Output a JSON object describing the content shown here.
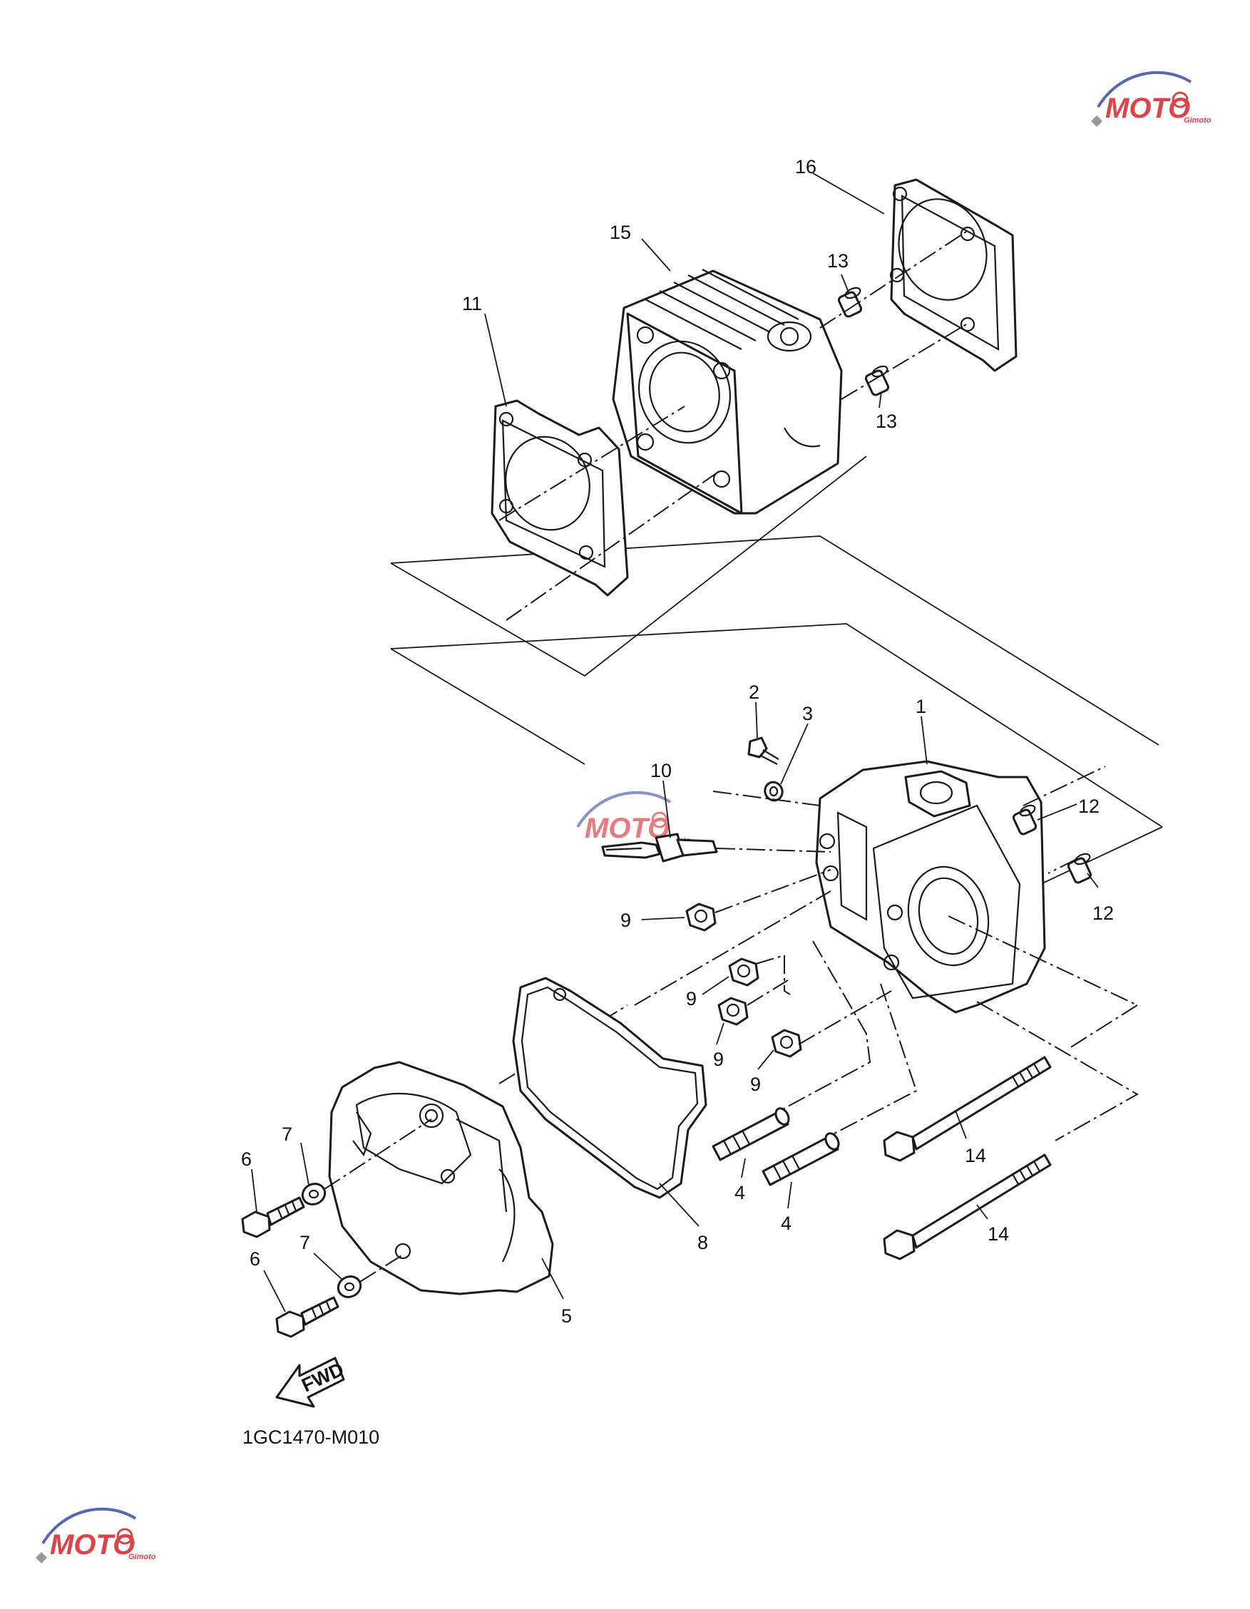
{
  "diagram_code": "1GC1470-M010",
  "fwd_label": "FWD",
  "parts": [
    {
      "id": "1",
      "label": "1"
    },
    {
      "id": "2",
      "label": "2"
    },
    {
      "id": "3",
      "label": "3"
    },
    {
      "id": "4",
      "label": "4"
    },
    {
      "id": "5",
      "label": "5"
    },
    {
      "id": "6",
      "label": "6"
    },
    {
      "id": "7",
      "label": "7"
    },
    {
      "id": "8",
      "label": "8"
    },
    {
      "id": "9",
      "label": "9"
    },
    {
      "id": "10",
      "label": "10"
    },
    {
      "id": "11",
      "label": "11"
    },
    {
      "id": "12",
      "label": "12"
    },
    {
      "id": "13",
      "label": "13"
    },
    {
      "id": "14",
      "label": "14"
    },
    {
      "id": "15",
      "label": "15"
    },
    {
      "id": "16",
      "label": "16"
    }
  ],
  "watermark": {
    "text": "MOTO",
    "subtext": "Gimoto",
    "color": "#d8232a"
  }
}
